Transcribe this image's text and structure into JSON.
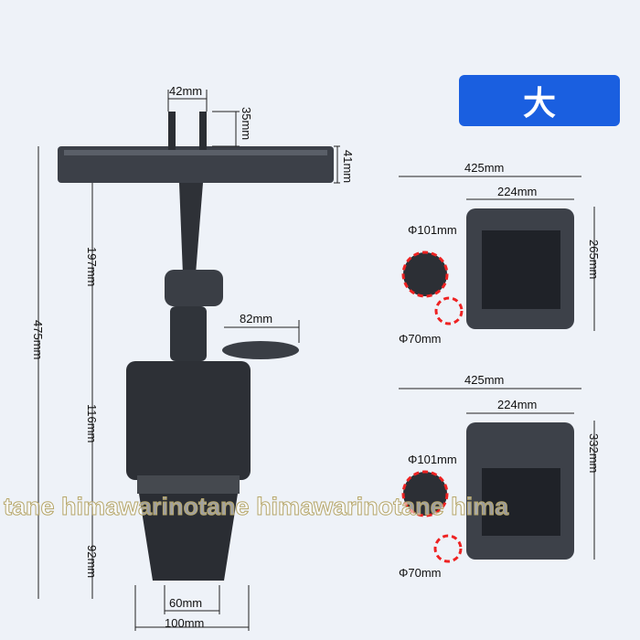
{
  "size_badge": "大",
  "left_dims": {
    "top_width": "42mm",
    "top_height": "35mm",
    "tray_height": "41mm",
    "arm": "197mm",
    "total": "475mm",
    "cup_tray": "82mm",
    "body": "116mm",
    "base": "92mm",
    "base_inner": "60mm",
    "base_outer": "100mm"
  },
  "top_view": {
    "width": "425mm",
    "inner": "224mm",
    "height": "265mm",
    "cup_large": "Φ101mm",
    "cup_small": "Φ70mm"
  },
  "bottom_view": {
    "width": "425mm",
    "inner": "224mm",
    "height": "332mm",
    "cup_large": "Φ101mm",
    "cup_small": "Φ70mm"
  },
  "watermark": "tane himawarinotane himawarinotane hima"
}
